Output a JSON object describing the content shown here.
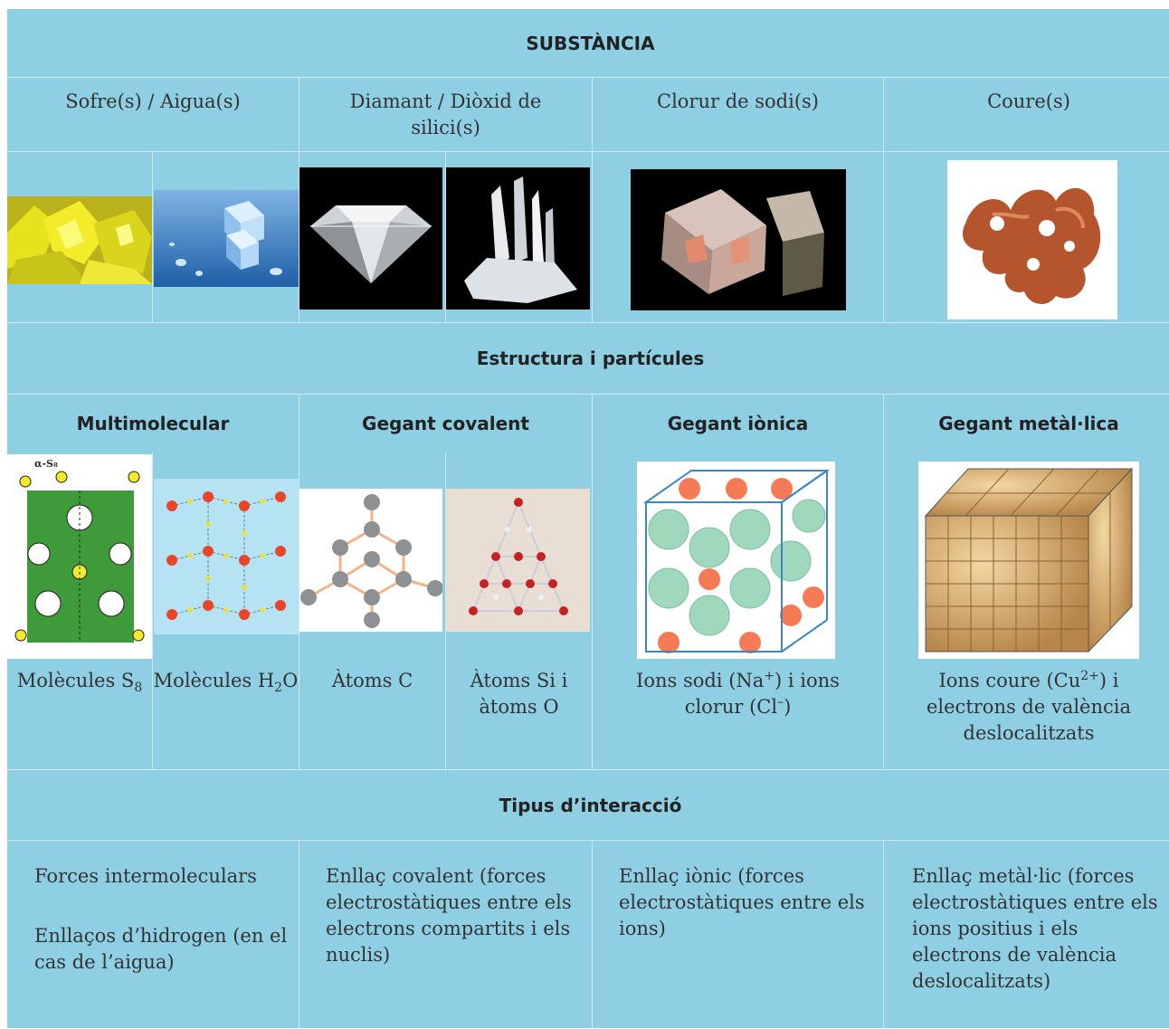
{
  "header": {
    "title": "SUBSTÀNCIA"
  },
  "substances": [
    {
      "label": "Sofre(s) / Aigua(s)"
    },
    {
      "label": "Diamant / Diòxid de silici(s)"
    },
    {
      "label": "Clorur de sodi(s)"
    },
    {
      "label": "Coure(s)"
    }
  ],
  "photos": [
    {
      "icon": "sulfur-crystal-photo"
    },
    {
      "icon": "ice-cubes-photo"
    },
    {
      "icon": "diamond-photo"
    },
    {
      "icon": "quartz-crystal-photo"
    },
    {
      "icon": "salt-crystal-photo"
    },
    {
      "icon": "copper-nugget-photo"
    }
  ],
  "structure_section": {
    "title": "Estructura i partícules"
  },
  "structure_types": [
    "Multimolecular",
    "Gegant covalent",
    "Gegant iònica",
    "Gegant metàl·lica"
  ],
  "structure_images": [
    {
      "icon": "s8-molecular-structure-diagram",
      "caption": "α-S₈"
    },
    {
      "icon": "water-hydrogen-bond-lattice"
    },
    {
      "icon": "diamond-carbon-lattice-model"
    },
    {
      "icon": "silica-tetrahedral-model"
    },
    {
      "icon": "nacl-ionic-lattice"
    },
    {
      "icon": "copper-metallic-lattice"
    }
  ],
  "particles": {
    "s8": {
      "text": "Molècules S",
      "sub": "8"
    },
    "h2o": {
      "pre": "Molècules H",
      "sub": "2",
      "post": "O"
    },
    "c": "Àtoms C",
    "sio": "Àtoms Si i àtoms O",
    "nacl": {
      "pre": "Ions sodi (Na",
      "sup1": "+",
      "mid": ") i ions clorur (Cl",
      "sup2": "–",
      "post": ")"
    },
    "cu": {
      "pre": "Ions coure (Cu",
      "sup": "2+",
      "post": ") i electrons de valència deslocalitzats"
    }
  },
  "interaction_section": {
    "title": "Tipus d’interacció"
  },
  "interactions": {
    "molecular_line1": "Forces intermoleculars",
    "molecular_line2": "Enllaços d’hidrogen (en el cas de l’aigua)",
    "covalent": "Enllaç covalent (forces electrostàtiques entre els electrons compartits i els nuclis)",
    "ionic": "Enllaç iònic (forces electrostàtiques entre els ions)",
    "metallic": "Enllaç metàl·lic (forces electrostàtiques entre els ions positius i els electrons de valència deslocalitzats)"
  },
  "colors": {
    "table_bg": "#8ecfe4",
    "grid_line": "#cfe9f2"
  }
}
